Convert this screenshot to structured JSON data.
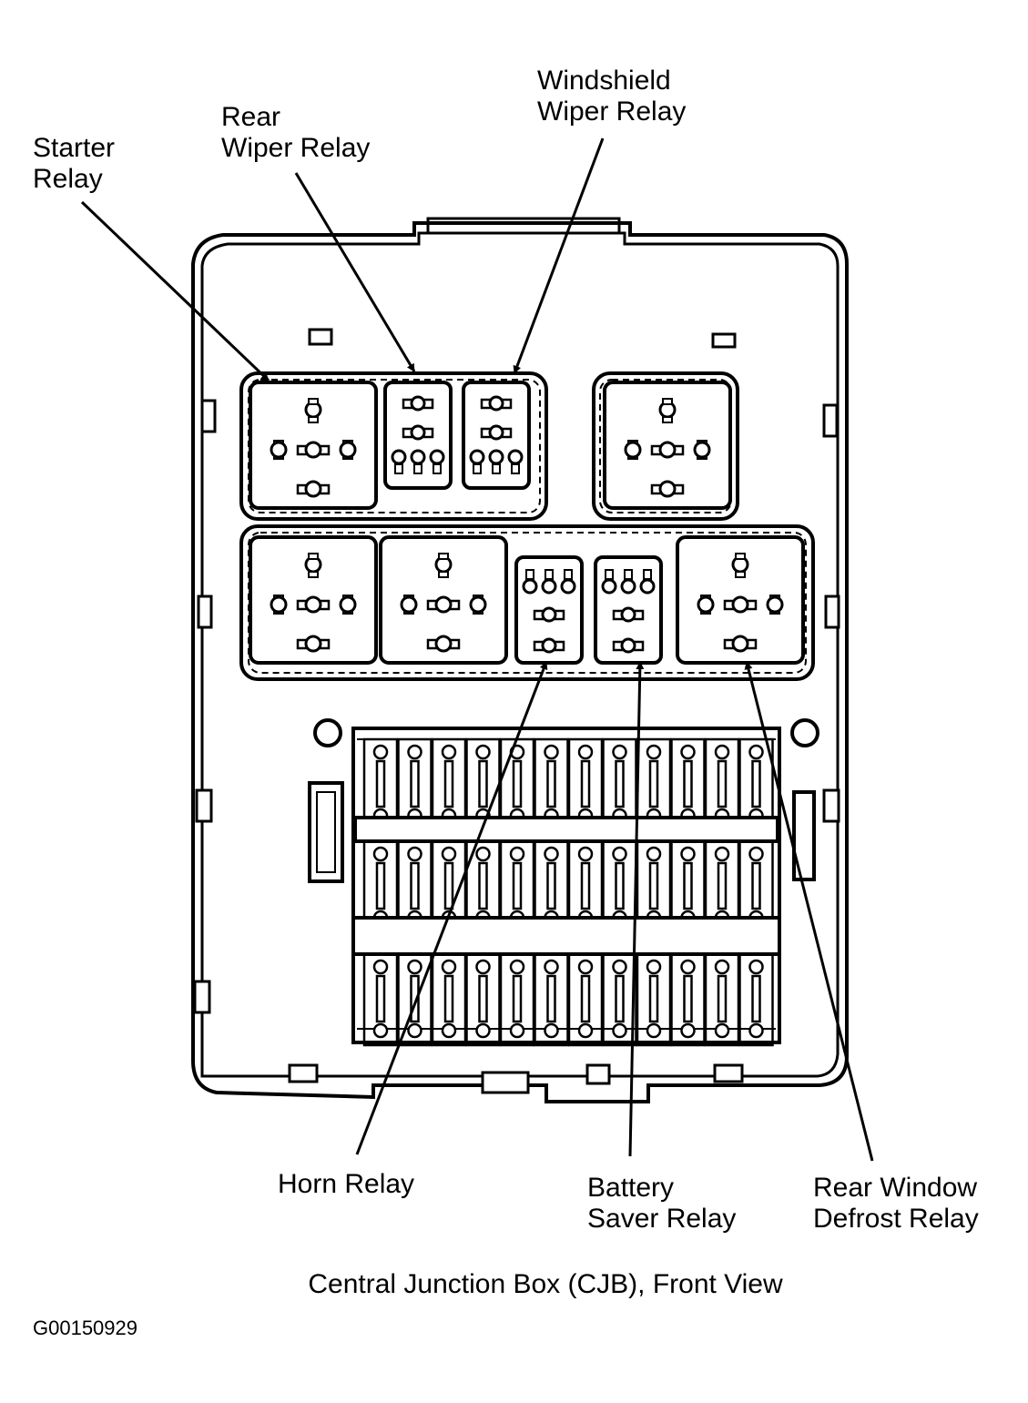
{
  "figure": {
    "caption": "Central Junction Box (CJB), Front View",
    "figure_id": "G00150929",
    "colors": {
      "ink": "#000000",
      "paper": "#ffffff"
    }
  },
  "labels": {
    "starter_relay": [
      "Starter",
      "Relay"
    ],
    "rear_wiper_relay": [
      "Rear",
      "Wiper Relay"
    ],
    "windshield_wiper_relay": [
      "Windshield",
      "Wiper Relay"
    ],
    "horn_relay": [
      "Horn Relay"
    ],
    "battery_saver_relay": [
      "Battery",
      "Saver Relay"
    ],
    "rear_window_defrost_relay": [
      "Rear Window",
      "Defrost Relay"
    ]
  }
}
